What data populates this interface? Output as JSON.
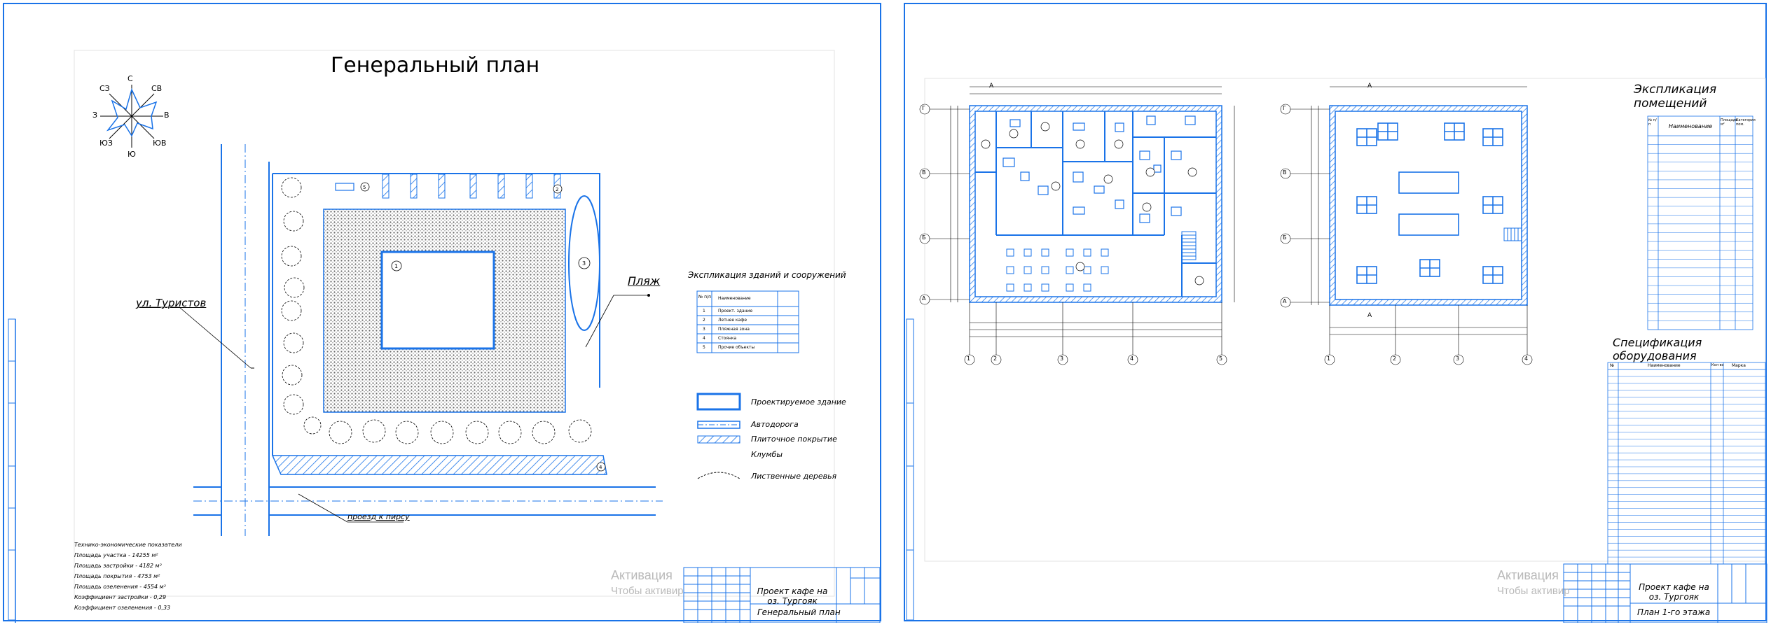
{
  "left_sheet": {
    "title": "Генеральный план",
    "compass": {
      "n": "С",
      "ne": "СВ",
      "e": "В",
      "se": "ЮВ",
      "s": "Ю",
      "sw": "ЮЗ",
      "w": "З",
      "nw": "СЗ"
    },
    "street_label": "ул. Туристов",
    "beach_label": "Пляж",
    "passage_label": "проезд к пирсу",
    "buildings_table": {
      "title": "Экспликация зданий и сооружений",
      "headers": [
        "№ п/п",
        "Наименование"
      ],
      "rows": [
        [
          "1",
          "Проект. здание"
        ],
        [
          "2",
          "Летнее кафе"
        ],
        [
          "3",
          "Пляжная зона"
        ],
        [
          "4",
          "Стоянка"
        ],
        [
          "5",
          "Прочие объекты"
        ]
      ]
    },
    "legend": [
      "Проектируемое здание",
      "Автодорога",
      "Плиточное покрытие",
      "Клумбы",
      "Лиственные деревья"
    ],
    "notes": [
      "Технико-экономические показатели",
      "Площадь участка - 14255 м²",
      "Площадь застройки - 4182 м²",
      "Площадь покрытия - 4753 м²",
      "Площадь озеленения - 4554 м²",
      "Коэффициент застройки - 0,29",
      "Коэффициент озеленения - 0,33"
    ],
    "stamp": {
      "project": "Проект кафе на оз. Тургояк",
      "sheet_title": "Генеральный план"
    },
    "watermark": {
      "line1": "Активация",
      "line2": "Чтобы активир"
    }
  },
  "right_sheet": {
    "rooms_title": "Экспликация помещений",
    "rooms_headers": [
      "№ п/п",
      "Наименование",
      "Площадь м²",
      "Категория пом."
    ],
    "rooms_count": 22,
    "equipment_title": "Спецификация оборудования",
    "equipment_headers": [
      "№",
      "Наименование",
      "Кол-во",
      "Марка"
    ],
    "equipment_count": 28,
    "axes_rows": [
      "Г",
      "В",
      "Б",
      "А"
    ],
    "axes_cols": [
      "1",
      "2",
      "3",
      "4",
      "5"
    ],
    "section_mark": "А",
    "stamp": {
      "project": "Проект кафе на оз. Тургояк",
      "sheet_title": "План 1-го этажа"
    },
    "watermark": {
      "line1": "Активация",
      "line2": "Чтобы активир"
    }
  }
}
